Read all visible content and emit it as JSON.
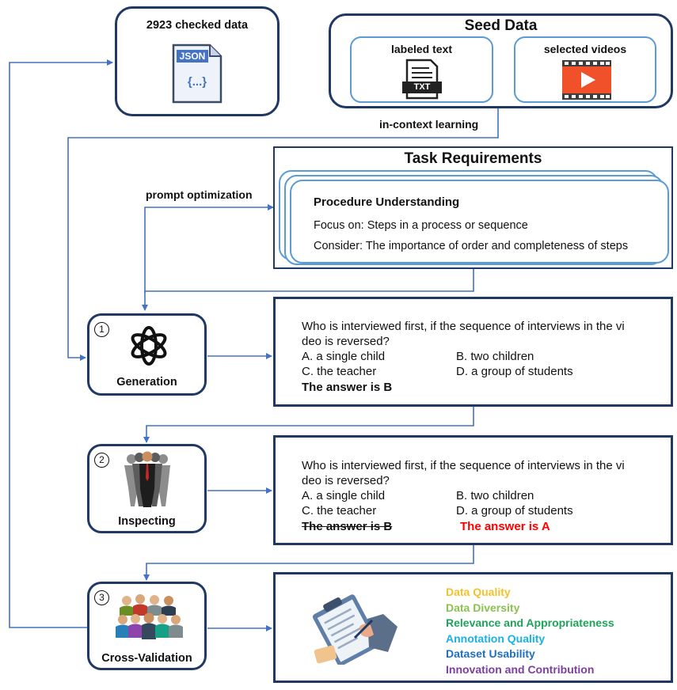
{
  "checked": {
    "title": "2923 checked data",
    "file_tag": "JSON",
    "file_body": "{...}"
  },
  "seed": {
    "title": "Seed Data",
    "labeled_text": "labeled text",
    "txt_tag": "TXT",
    "selected_videos": "selected videos"
  },
  "labels": {
    "in_context": "in-context learning",
    "prompt_opt": "prompt optimization"
  },
  "task": {
    "title": "Task Requirements",
    "card_title": "Procedure Understanding",
    "focus": "Focus on: Steps in a process or sequence",
    "consider": "Consider: The importance of order and completeness of steps"
  },
  "steps": {
    "generation": {
      "num": "1",
      "label": "Generation"
    },
    "inspecting": {
      "num": "2",
      "label": "Inspecting"
    },
    "cross": {
      "num": "3",
      "label": "Cross-Validation"
    }
  },
  "question": {
    "line1": "Who is interviewed first, if the sequence of interviews in the vi",
    "line2": "deo is reversed?",
    "opt_a": "A.  a single child",
    "opt_b": "B. two children",
    "opt_c": "C.  the teacher",
    "opt_d": "D. a group of students"
  },
  "answers": {
    "generated": "The answer is B",
    "struck": "The answer is B",
    "corrected": "The answer is A"
  },
  "criteria": [
    {
      "label": "Data Quality",
      "color": "#f2c12e"
    },
    {
      "label": "Data Diversity",
      "color": "#8cc152"
    },
    {
      "label": "Relevance and Appropriateness",
      "color": "#1fa35a"
    },
    {
      "label": "Annotation Quality",
      "color": "#1ab0e8"
    },
    {
      "label": "Dataset Usability",
      "color": "#1f6fbf"
    },
    {
      "label": "Innovation and Contribution",
      "color": "#7b3fa0"
    }
  ],
  "colors": {
    "navy": "#1f3864",
    "wire": "#4472c4",
    "red": "#ff0000"
  }
}
